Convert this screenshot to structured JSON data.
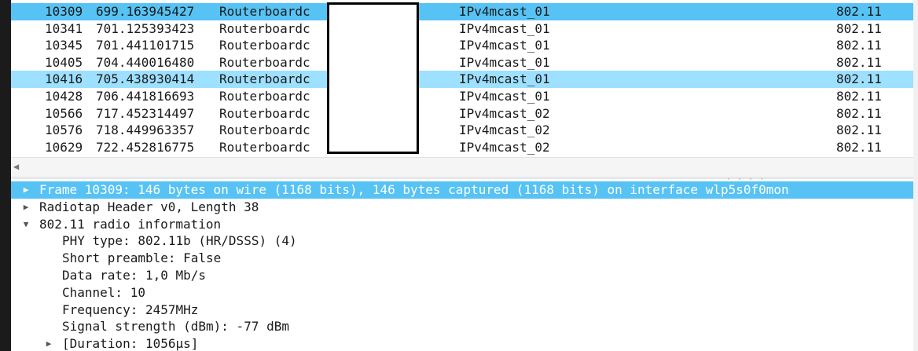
{
  "packet_list": {
    "rows": [
      {
        "no": "10309",
        "time": "699.163945427",
        "source": "Routerboardc",
        "destination": "IPv4mcast_01",
        "protocol": "802.11",
        "state": "selected"
      },
      {
        "no": "10341",
        "time": "701.125393423",
        "source": "Routerboardc",
        "destination": "IPv4mcast_01",
        "protocol": "802.11",
        "state": "normal"
      },
      {
        "no": "10345",
        "time": "701.441101715",
        "source": "Routerboardc",
        "destination": "IPv4mcast_01",
        "protocol": "802.11",
        "state": "normal"
      },
      {
        "no": "10405",
        "time": "704.440016480",
        "source": "Routerboardc",
        "destination": "IPv4mcast_01",
        "protocol": "802.11",
        "state": "normal"
      },
      {
        "no": "10416",
        "time": "705.438930414",
        "source": "Routerboardc",
        "destination": "IPv4mcast_01",
        "protocol": "802.11",
        "state": "highlight"
      },
      {
        "no": "10428",
        "time": "706.441816693",
        "source": "Routerboardc",
        "destination": "IPv4mcast_01",
        "protocol": "802.11",
        "state": "normal"
      },
      {
        "no": "10566",
        "time": "717.452314497",
        "source": "Routerboardc",
        "destination": "IPv4mcast_02",
        "protocol": "802.11",
        "state": "normal"
      },
      {
        "no": "10576",
        "time": "718.449963357",
        "source": "Routerboardc",
        "destination": "IPv4mcast_02",
        "protocol": "802.11",
        "state": "normal"
      },
      {
        "no": "10629",
        "time": "722.452816775",
        "source": "Routerboardc",
        "destination": "IPv4mcast_02",
        "protocol": "802.11",
        "state": "normal"
      }
    ]
  },
  "details": {
    "rows": [
      {
        "text": "Frame 10309: 146 bytes on wire (1168 bits), 146 bytes captured (1168 bits) on interface wlp5s0f0mon",
        "level": 0,
        "expander": "collapsed",
        "selected": true
      },
      {
        "text": "Radiotap Header v0, Length 38",
        "level": 0,
        "expander": "collapsed",
        "selected": false
      },
      {
        "text": "802.11 radio information",
        "level": 0,
        "expander": "expanded",
        "selected": false
      },
      {
        "text": "PHY type: 802.11b (HR/DSSS) (4)",
        "level": 1,
        "expander": "none",
        "selected": false
      },
      {
        "text": "Short preamble: False",
        "level": 1,
        "expander": "none",
        "selected": false
      },
      {
        "text": "Data rate: 1,0 Mb/s",
        "level": 1,
        "expander": "none",
        "selected": false
      },
      {
        "text": "Channel: 10",
        "level": 1,
        "expander": "none",
        "selected": false
      },
      {
        "text": "Frequency: 2457MHz",
        "level": 1,
        "expander": "none",
        "selected": false
      },
      {
        "text": "Signal strength (dBm): -77 dBm",
        "level": 1,
        "expander": "none",
        "selected": false
      },
      {
        "text": "[Duration: 1056μs]",
        "level": 1,
        "expander": "collapsed",
        "selected": false
      }
    ]
  },
  "icons": {
    "collapsed": "▶",
    "expanded": "▼",
    "scroll_left": "◀"
  },
  "colors": {
    "selected": "#56c3f4",
    "highlight": "#9ee0ff"
  }
}
